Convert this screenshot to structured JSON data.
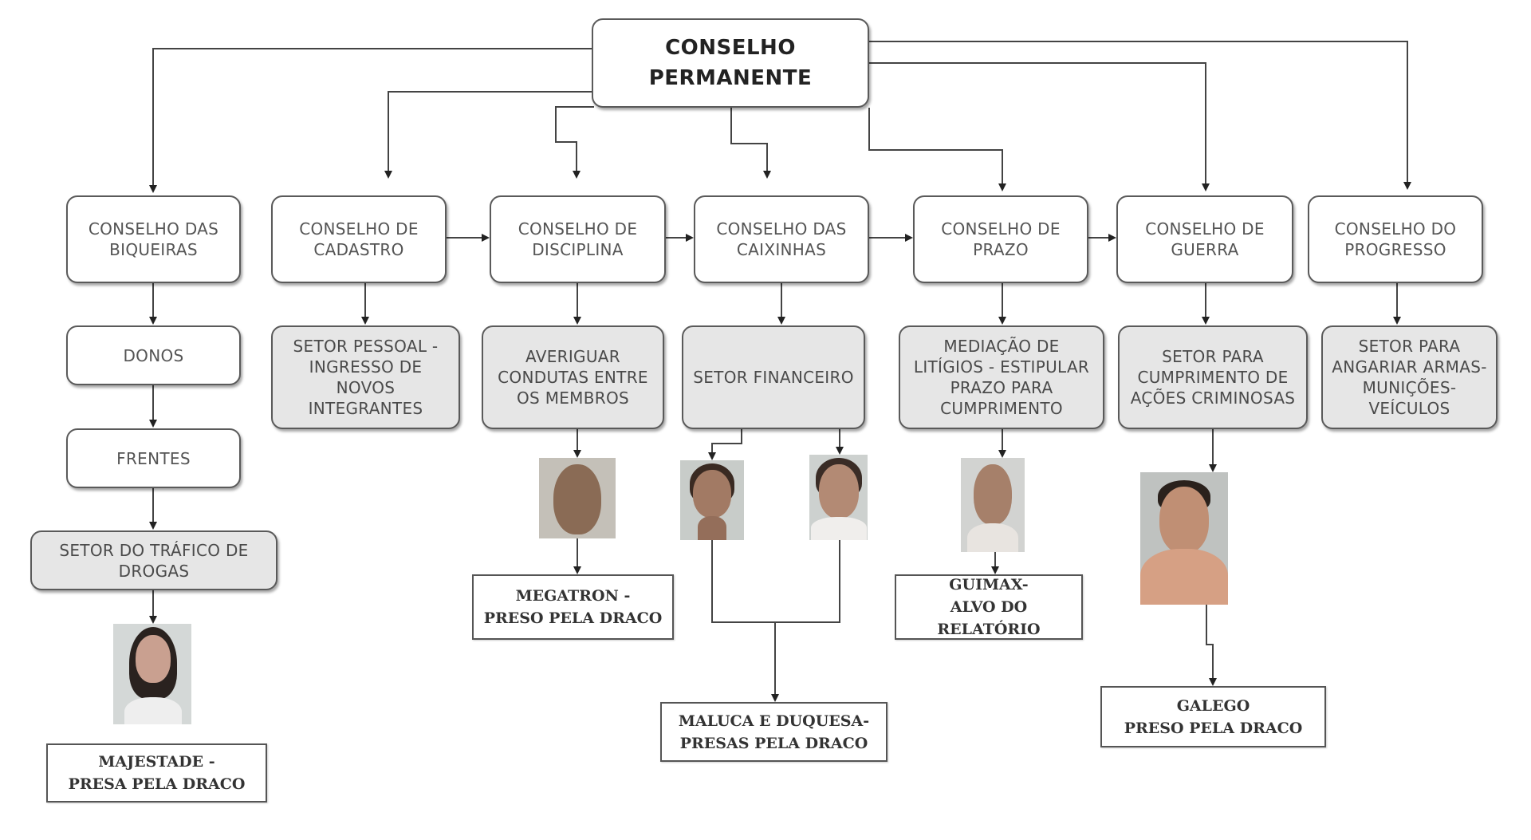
{
  "root": {
    "label": "CONSELHO\nPERMANENTE"
  },
  "councils": [
    {
      "id": "biqueiras",
      "label": "CONSELHO DAS\nBIQUEIRAS"
    },
    {
      "id": "cadastro",
      "label": "CONSELHO DE\nCADASTRO"
    },
    {
      "id": "disciplina",
      "label": "CONSELHO DE\nDISCIPLINA"
    },
    {
      "id": "caixinhas",
      "label": "CONSELHO DAS\nCAIXINHAS"
    },
    {
      "id": "prazo",
      "label": "CONSELHO DE\nPRAZO"
    },
    {
      "id": "guerra",
      "label": "CONSELHO DE\nGUERRA"
    },
    {
      "id": "progresso",
      "label": "CONSELHO DO\nPROGRESSO"
    }
  ],
  "sectors": {
    "donos": "DONOS",
    "frentes": "FRENTES",
    "trafico": "SETOR DO TRÁFICO DE\nDROGAS",
    "pessoal": "SETOR PESSOAL -\nINGRESSO DE\nNOVOS\nINTEGRANTES",
    "averiguar": "AVERIGUAR\nCONDUTAS ENTRE\nOS MEMBROS",
    "financeiro": "SETOR FINANCEIRO",
    "mediacao": "MEDIAÇÃO DE\nLITÍGIOS - ESTIPULAR\nPRAZO PARA\nCUMPRIMENTO",
    "cumprimento": "SETOR PARA\nCUMPRIMENTO DE\nAÇÕES CRIMINOSAS",
    "angariar": "SETOR PARA\nANGARIAR ARMAS-\nMUNIÇÕES-\nVEÍCULOS"
  },
  "people": {
    "majestade": "MAJESTADE -\nPRESA PELA DRACO",
    "megatron": "MEGATRON -\nPRESO PELA DRACO",
    "maluca_duquesa": "MALUCA E DUQUESA-\nPRESAS PELA DRACO",
    "guimax": "GUIMAX-\nALVO DO RELATÓRIO",
    "galego": "GALEGO\nPRESO PELA DRACO"
  },
  "photos": {
    "majestade": "mugshot-photo",
    "megatron": "mugshot-photo",
    "maluca": "mugshot-photo",
    "duquesa": "mugshot-photo",
    "guimax": "mugshot-photo",
    "galego": "mugshot-photo"
  },
  "colors": {
    "line": "#333333",
    "box_border": "#5a5a5a",
    "sector_fill": "#e6e6e6"
  }
}
